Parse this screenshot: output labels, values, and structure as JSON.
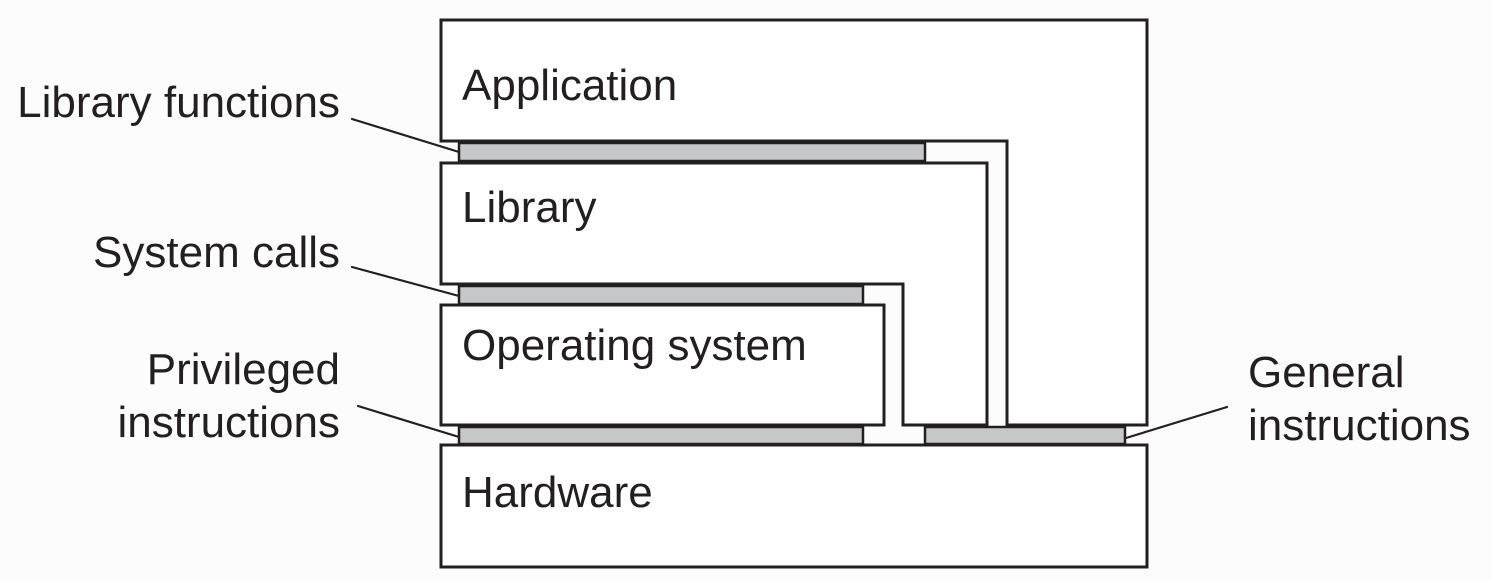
{
  "figure": {
    "description": "Layered system architecture diagram showing Application, Library, Operating system and Hardware layers connected by instruction/call interfaces"
  },
  "layers": [
    {
      "name": "application",
      "label": "Application"
    },
    {
      "name": "library",
      "label": "Library"
    },
    {
      "name": "operating-system",
      "label": "Operating system"
    },
    {
      "name": "hardware",
      "label": "Hardware"
    }
  ],
  "callouts": [
    {
      "name": "library-functions",
      "lines": [
        "Library functions"
      ]
    },
    {
      "name": "system-calls",
      "lines": [
        "System calls"
      ]
    },
    {
      "name": "privileged-instructions",
      "lines": [
        "Privileged",
        "instructions"
      ]
    },
    {
      "name": "general-instructions",
      "lines": [
        "General",
        "instructions"
      ]
    }
  ],
  "colors": {
    "line": "#231f20",
    "text": "#231f20",
    "bar_fill": "#c6c7c9",
    "box_fill": "#ffffff",
    "background": "#fcfcfc"
  }
}
